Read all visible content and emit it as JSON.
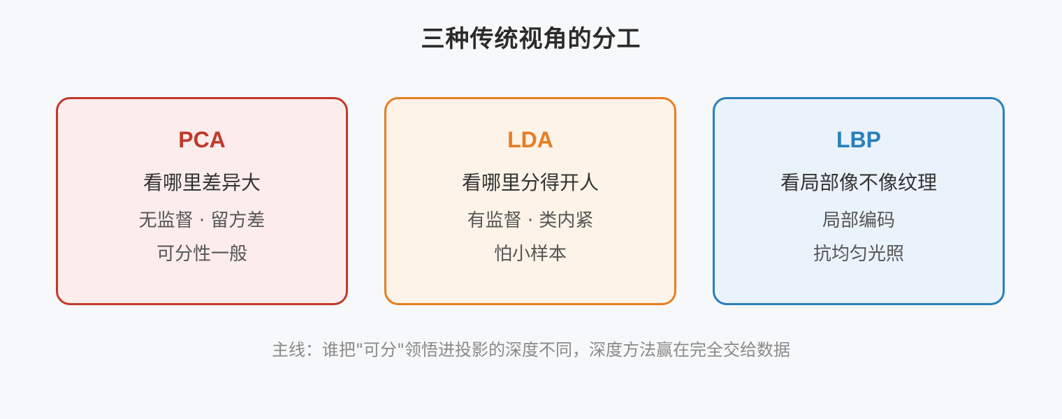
{
  "title": "三种传统视角的分工",
  "cards": [
    {
      "name": "PCA",
      "tagline": "看哪里差异大",
      "line1": "无监督 · 留方差",
      "line2": "可分性一般",
      "colors": {
        "border": "#c0392b",
        "fill": "#fdecec",
        "name": "#c0392b"
      }
    },
    {
      "name": "LDA",
      "tagline": "看哪里分得开人",
      "line1": "有监督 · 类内紧",
      "line2": "怕小样本",
      "colors": {
        "border": "#e67e22",
        "fill": "#fdf3e8",
        "name": "#e67e22"
      }
    },
    {
      "name": "LBP",
      "tagline": "看局部像不像纹理",
      "line1": "局部编码",
      "line2": "抗均匀光照",
      "colors": {
        "border": "#2980b9",
        "fill": "#eaf2fb",
        "name": "#2980b9"
      }
    }
  ],
  "footer": "主线：谁把\"可分\"领悟进投影的深度不同，深度方法赢在完全交给数据"
}
